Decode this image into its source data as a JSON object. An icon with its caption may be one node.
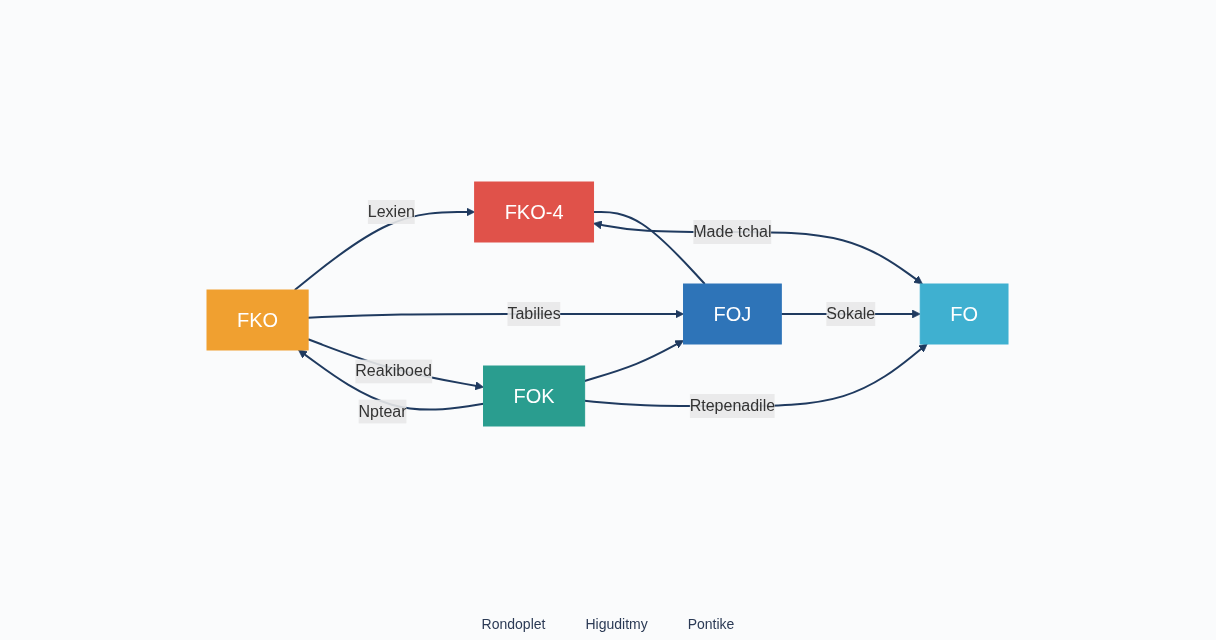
{
  "diagram": {
    "nodes": [
      {
        "text": [
          "FKO"
        ]
      },
      {
        "text": [
          "FKO-4"
        ]
      },
      {
        "text": [
          "FOJ"
        ]
      },
      {
        "text": [
          "FO"
        ]
      },
      {
        "text": [
          "FOK"
        ]
      }
    ],
    "edges": [
      {
        "from": 0,
        "to": 1,
        "arrow": "to",
        "label": "Lexien"
      },
      {
        "from": 3,
        "to": 1,
        "arrow": "both",
        "label": "Made tchal"
      },
      {
        "from": 0,
        "to": 2,
        "arrow": "to",
        "label": "Tabilies"
      },
      {
        "from": 1,
        "to": 2,
        "arrow": "none"
      },
      {
        "from": 2,
        "to": 3,
        "arrow": "to",
        "label": "Sokale"
      },
      {
        "from": 4,
        "to": 2,
        "arrow": "to"
      },
      {
        "from": 4,
        "to": 3,
        "arrow": "to",
        "label": "Rtepenadile"
      },
      {
        "from": 0,
        "to": 4,
        "arrow": "to",
        "label": "Reakiboed"
      },
      {
        "from": 4,
        "to": 0,
        "arrow": "to",
        "label": "Nptear"
      }
    ],
    "labels": [
      "Rondoplet",
      "Higuditmy",
      "Pontike"
    ]
  }
}
